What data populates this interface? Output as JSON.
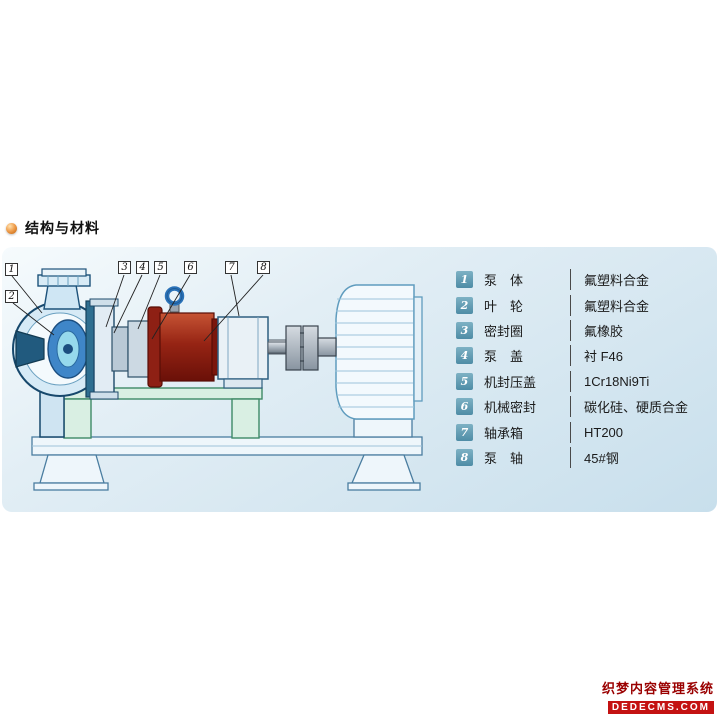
{
  "header": {
    "title": "结构与材料"
  },
  "diagram": {
    "description": "centrifugal-pump-cross-section",
    "callouts": [
      "1",
      "2",
      "3",
      "4",
      "5",
      "6",
      "7",
      "8"
    ]
  },
  "materials_table": {
    "rows": [
      {
        "num": "1",
        "part": "泵　体",
        "material": "氟塑料合金"
      },
      {
        "num": "2",
        "part": "叶　轮",
        "material": "氟塑料合金"
      },
      {
        "num": "3",
        "part": "密封圈",
        "material": "氟橡胶"
      },
      {
        "num": "4",
        "part": "泵　盖",
        "material": "衬 F46"
      },
      {
        "num": "5",
        "part": "机封压盖",
        "material": "1Cr18Ni9Ti"
      },
      {
        "num": "6",
        "part": "机械密封",
        "material": "碳化硅、硬质合金"
      },
      {
        "num": "7",
        "part": "轴承箱",
        "material": "HT200"
      },
      {
        "num": "8",
        "part": "泵　轴",
        "material": "45#钢"
      }
    ]
  },
  "watermark": {
    "line1": "织梦内容管理系统",
    "line2": "DEDECMS.COM"
  },
  "colors": {
    "panel_blue": "#cfe3ef",
    "accent_orange": "#e8871e",
    "table_badge_teal": "#5b9ab2",
    "pump_red": "#8a1c10",
    "pump_blue": "#3f86c8",
    "support_green": "#3e8a66",
    "watermark_red": "#c41212"
  }
}
